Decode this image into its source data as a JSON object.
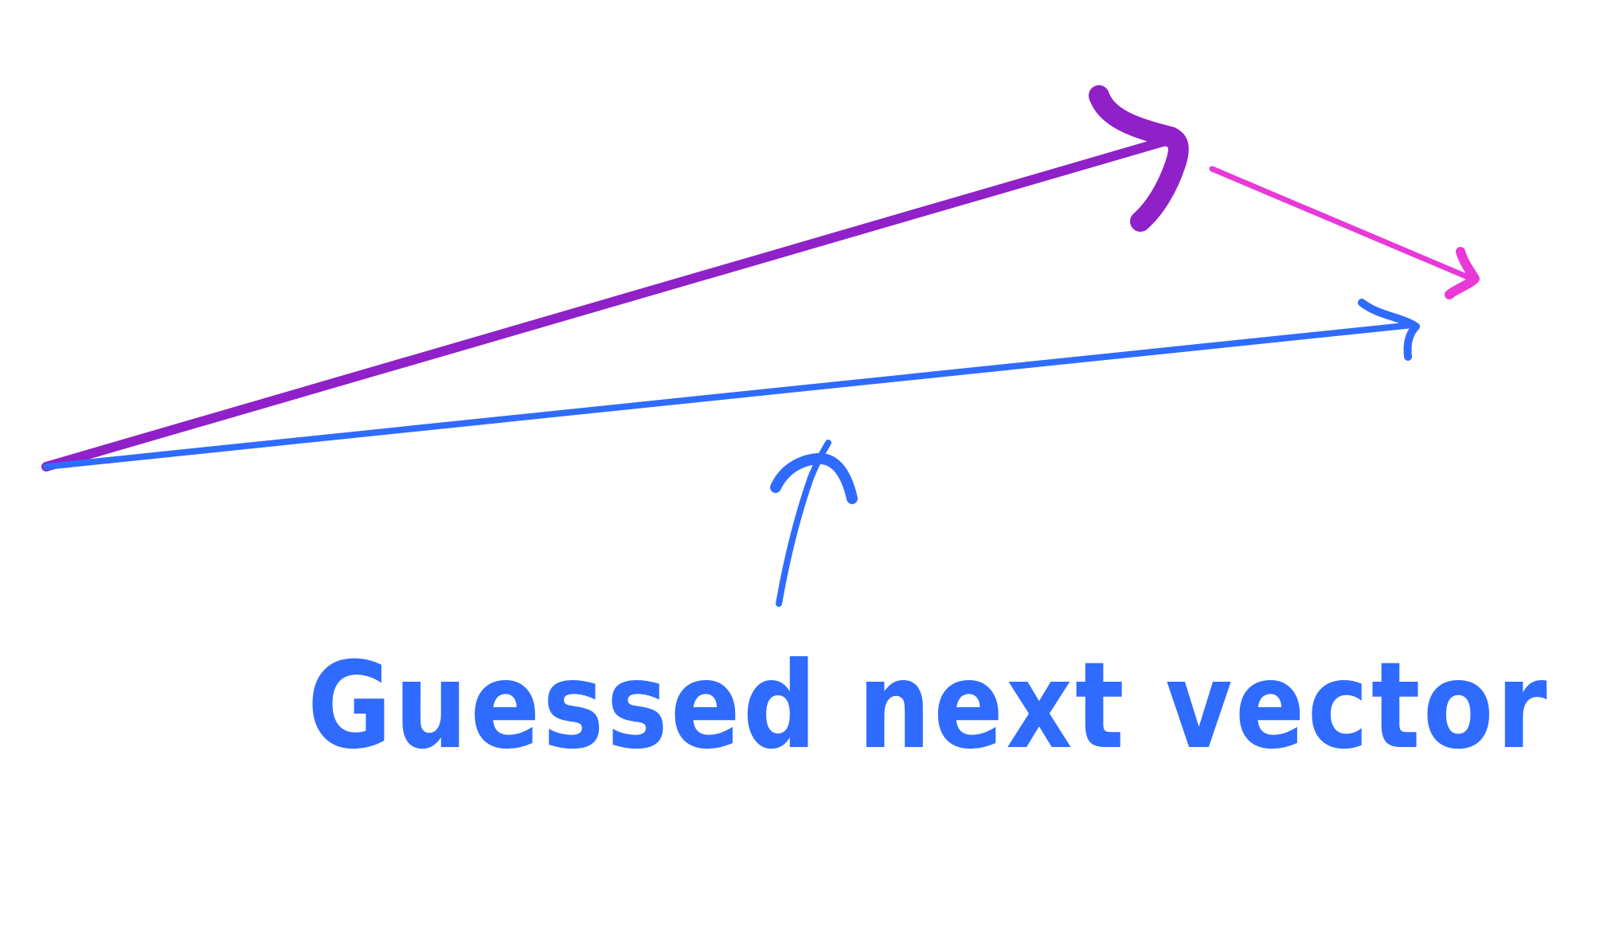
{
  "diagram": {
    "label": "Guessed next vector",
    "colors": {
      "primary_vector": "#9020C8",
      "guessed_vector": "#2F6BFF",
      "difference_vector": "#E838D8",
      "label": "#2F6BFF",
      "background": "#ffffff"
    },
    "elements": [
      {
        "name": "primary-vector-arrow",
        "meaning": "long purple vector from origin"
      },
      {
        "name": "guessed-vector-arrow",
        "meaning": "blue guessed next vector from origin"
      },
      {
        "name": "difference-vector-arrow",
        "meaning": "pink connecting vector"
      },
      {
        "name": "pointer-arrow",
        "meaning": "blue arrow pointing from label to guessed vector"
      }
    ]
  }
}
